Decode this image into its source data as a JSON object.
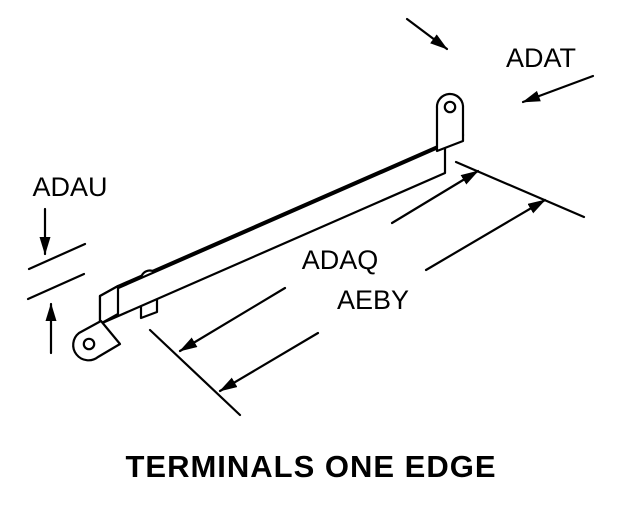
{
  "diagram": {
    "title": "TERMINALS ONE EDGE",
    "callouts": {
      "adat": "ADAT",
      "adau": "ADAU",
      "adaq": "ADAQ",
      "aeby": "AEBY"
    },
    "colors": {
      "line": "#000000",
      "background": "#ffffff"
    }
  }
}
